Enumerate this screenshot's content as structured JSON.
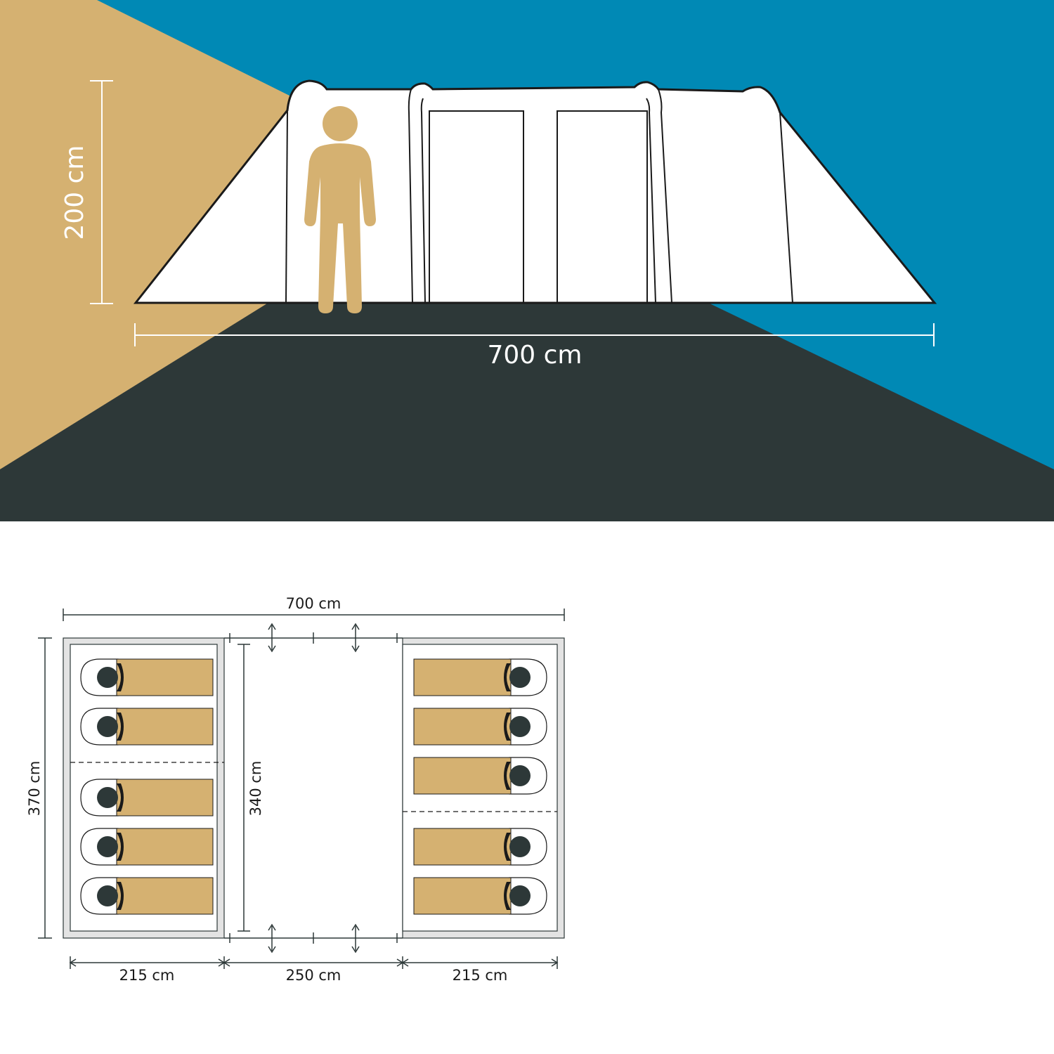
{
  "colors": {
    "sky": "#0089b5",
    "sand": "#d5b171",
    "ground": "#2d3838",
    "tent": "#ffffff",
    "outline": "#1a1a1a",
    "dim_light": "#ffffff",
    "dim_dark": "#2d3838",
    "plan_border": "#e3e3e3",
    "bed": "#d5b171",
    "head": "#2d3838"
  },
  "side_view": {
    "height_label": "200 cm",
    "length_label": "700 cm",
    "figure_icon": "person-icon"
  },
  "floor_plan": {
    "total_length_label": "700 cm",
    "total_width_label": "370 cm",
    "inner_height_label": "340 cm",
    "left_room_label": "215 cm",
    "center_room_label": "250 cm",
    "right_room_label": "215 cm",
    "left_beds": 5,
    "right_beds": 5,
    "bed_icon": "sleeping-bag-icon"
  }
}
